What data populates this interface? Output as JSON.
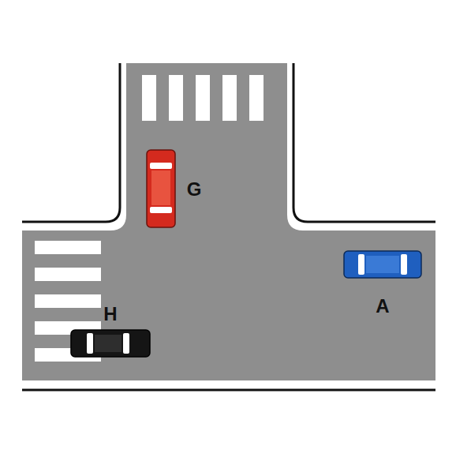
{
  "diagram": {
    "labels": [
      "G",
      "A",
      "H"
    ]
  }
}
